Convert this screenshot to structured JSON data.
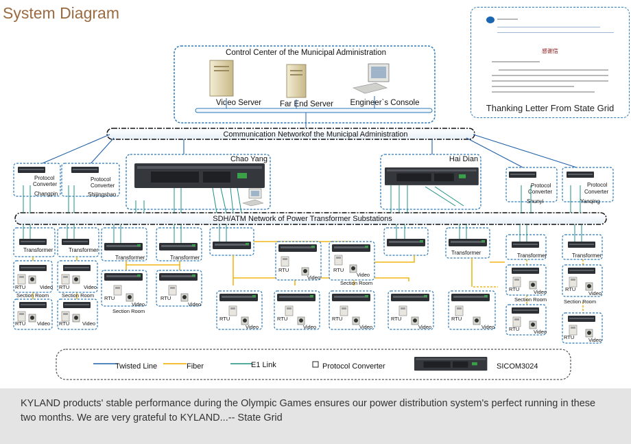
{
  "page_title": "System Diagram",
  "letter": {
    "caption": "Thanking Letter From State Grid",
    "heading": "感谢信"
  },
  "control_center": {
    "title": "Control Center of the Municipal  Administration",
    "servers": [
      "Video Server",
      "Far End Server",
      "Engineer`s Console"
    ]
  },
  "networks": {
    "comm": "Communication Networkof the Municipal Administration",
    "sdh": "SDH/ATM Network of Power Transformer Substations"
  },
  "sites": {
    "chaoyang": "Chao Yang",
    "haidian": "Hai Dian",
    "protocol_converters": [
      {
        "line1": "Protocol",
        "line2": "Converter",
        "name": "Changpin"
      },
      {
        "line1": "Protocol",
        "line2": "Converter",
        "name": "Shijingshan"
      },
      {
        "line1": "Protocol",
        "line2": "Converter",
        "name": "Shunyi"
      },
      {
        "line1": "Protocol",
        "line2": "Converter",
        "name": "Yanqing"
      }
    ]
  },
  "node_labels": {
    "transformer": "Transformer",
    "rtu": "RTU",
    "video": "Video",
    "section_room": "Section Room"
  },
  "legend": {
    "twisted": "Twisted Line",
    "fiber": "Fiber",
    "e1": "E1 Link",
    "pc": "Protocol Converter",
    "sicom": "SICOM3024"
  },
  "colors": {
    "twisted": "#1f5fa8",
    "fiber": "#f2b518",
    "e1": "#1a9080",
    "dash_border": "#2a78b8"
  },
  "footer": "KYLAND products' stable performance during the Olympic Games ensures our power distribution system's perfect running in these two months. We are very grateful to KYLAND...-- State Grid"
}
